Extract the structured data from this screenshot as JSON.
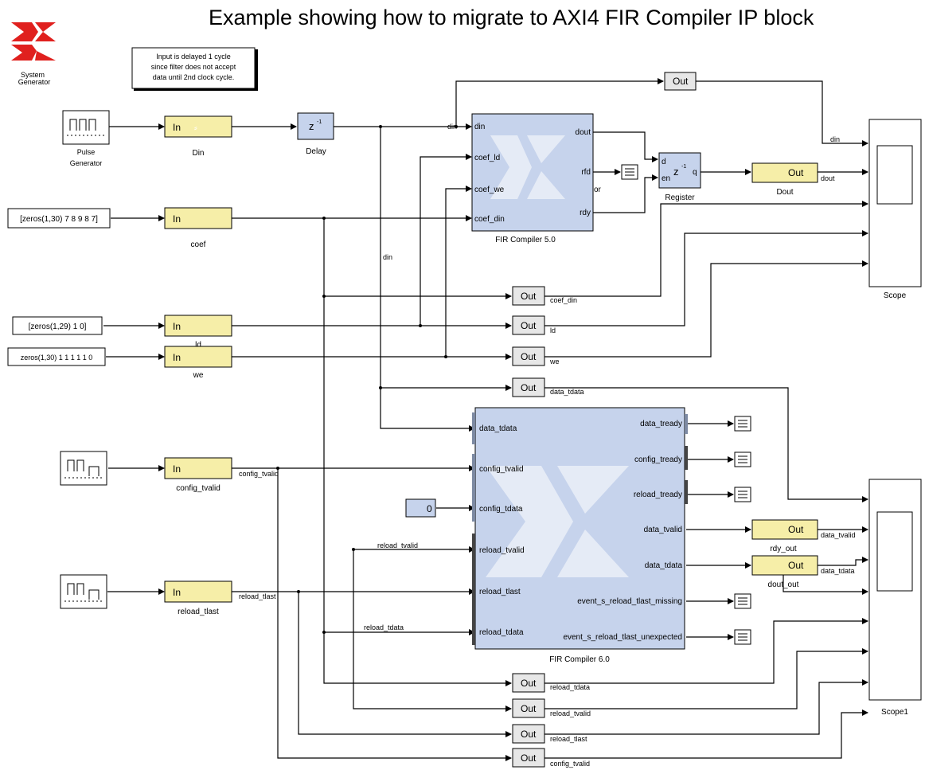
{
  "title": "Example showing how to migrate to AXI4 FIR Compiler IP block",
  "logo": {
    "line1": "System",
    "line2": "Generator",
    "icon": "xilinx-logo"
  },
  "note": {
    "line1": "Input is delayed 1 cycle",
    "line2": "since filter does not accept",
    "line3": "data until 2nd clock cycle."
  },
  "sources": {
    "pulse_label1": "Pulse",
    "pulse_label2": "Generator",
    "coef_const": "[zeros(1,30) 7 8 9 8 7]",
    "ld_const": "[zeros(1,29) 1 0]",
    "we_const": "zeros(1,30) 1 1 1 1 1 0"
  },
  "gateways_in": {
    "text": "In",
    "din": "Din",
    "coef": "coef",
    "ld": "ld",
    "we": "we",
    "config_tvalid": "config_tvalid",
    "reload_tlast": "reload_tlast"
  },
  "delay": {
    "symbol": "z",
    "exp": "-1",
    "label": "Delay"
  },
  "fir5": {
    "label": "FIR Compiler 5.0",
    "inputs": [
      "din",
      "coef_ld",
      "coef_we",
      "coef_din"
    ],
    "outputs": [
      "dout",
      "rfd",
      "rdy"
    ],
    "frag": "or"
  },
  "register": {
    "d": "d",
    "en": "en",
    "symbol": "z",
    "exp": "-1",
    "q": "q",
    "label": "Register"
  },
  "gateways_out": {
    "text": "Out",
    "dout": "Dout",
    "rdy_out": "rdy_out",
    "dout_out": "dout_out"
  },
  "scopes": {
    "scope": "Scope",
    "scope1": "Scope1"
  },
  "constant": {
    "value": "0"
  },
  "fir6": {
    "label": "FIR Compiler 6.0",
    "inputs": [
      "data_tdata",
      "config_tvalid",
      "config_tdata",
      "reload_tvalid",
      "reload_tlast",
      "reload_tdata"
    ],
    "outputs": [
      "data_tready",
      "config_tready",
      "reload_tready",
      "data_tvalid",
      "data_tdata",
      "event_s_reload_tlast_missing",
      "event_s_reload_tlast_unexpected"
    ]
  },
  "signals": {
    "din": "din",
    "dout": "dout",
    "coef_din": "coef_din",
    "ld": "ld",
    "we": "we",
    "data_tdata": "data_tdata",
    "config_tvalid": "config_tvalid",
    "reload_tvalid": "reload_tvalid",
    "reload_tlast": "reload_tlast",
    "reload_tdata": "reload_tdata",
    "data_tvalid": "data_tvalid"
  }
}
